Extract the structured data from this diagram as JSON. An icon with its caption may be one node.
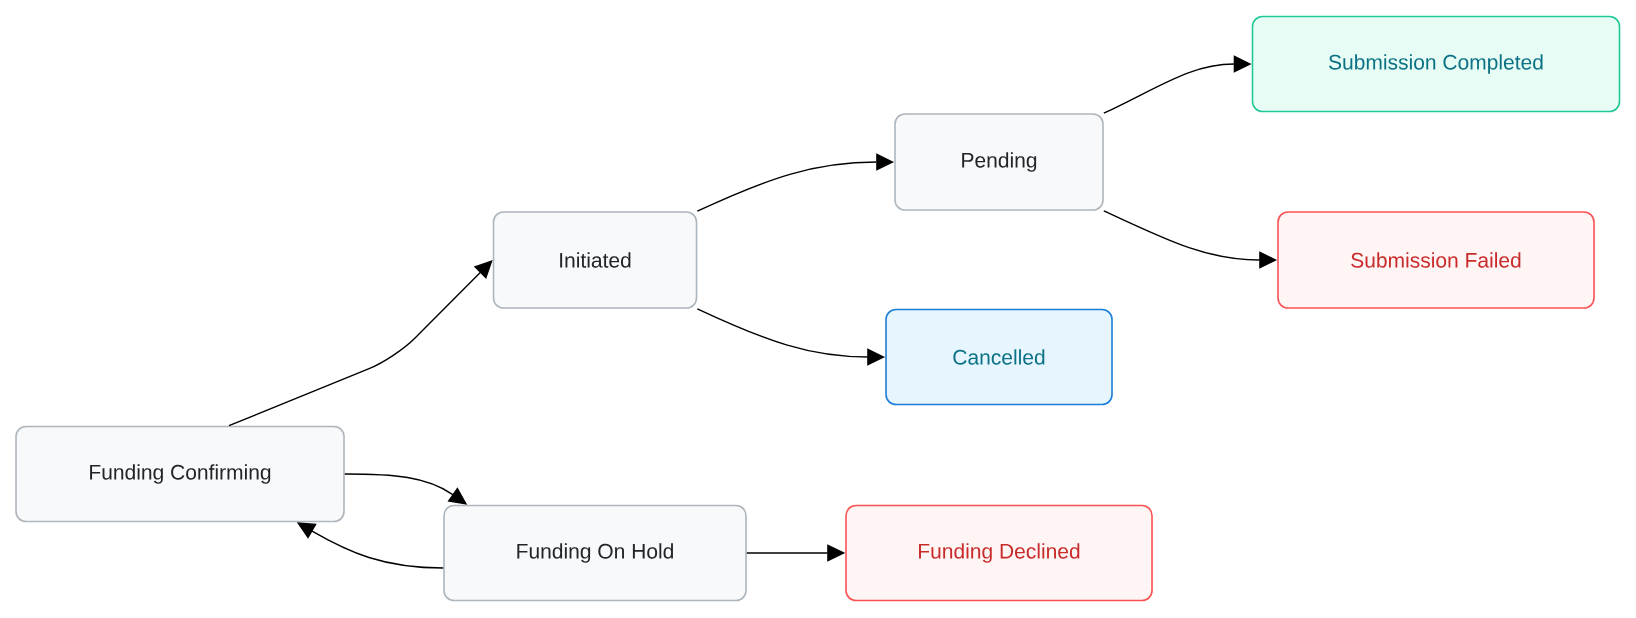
{
  "diagram": {
    "nodes": [
      {
        "text": [
          "Funding Confirming"
        ]
      },
      {
        "text": [
          "Initiated"
        ]
      },
      {
        "text": [
          "Pending"
        ]
      },
      {
        "text": [
          "Submission Completed"
        ]
      },
      {
        "text": [
          "Submission Failed"
        ]
      },
      {
        "text": [
          "Cancelled"
        ]
      },
      {
        "text": [
          "Funding On Hold"
        ]
      },
      {
        "text": [
          "Funding Declined"
        ]
      }
    ],
    "edges": [
      {
        "from": 0,
        "to": 1,
        "arrow": "to"
      },
      {
        "from": 1,
        "to": 2,
        "arrow": "to"
      },
      {
        "from": 1,
        "to": 5,
        "arrow": "to"
      },
      {
        "from": 2,
        "to": 3,
        "arrow": "to"
      },
      {
        "from": 2,
        "to": 4,
        "arrow": "to"
      },
      {
        "from": 0,
        "to": 6,
        "arrow": "to"
      },
      {
        "from": 6,
        "to": 0,
        "arrow": "to"
      },
      {
        "from": 6,
        "to": 7,
        "arrow": "to"
      }
    ]
  }
}
